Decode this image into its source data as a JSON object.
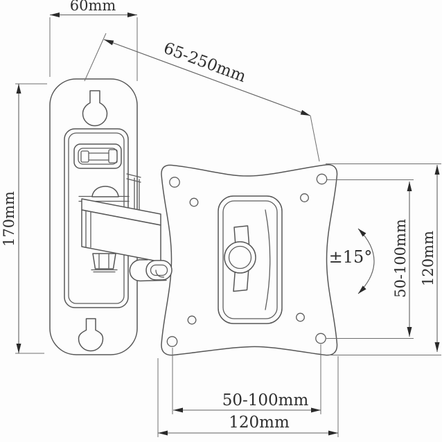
{
  "labels": {
    "wall_plate_width": "60mm",
    "arm_extension_range": "65-250mm",
    "wall_plate_height": "170mm",
    "tilt_angle_range": "±15°",
    "vesa_pattern_vertical": "50-100mm",
    "vesa_plate_height": "120mm",
    "vesa_pattern_horizontal": "50-100mm",
    "vesa_plate_width": "120mm"
  },
  "colors": {
    "background": "#fdfdfd",
    "part_outline": "#565656",
    "dimension_line": "#5f5f5f",
    "label_text": "#2f2f2f"
  }
}
